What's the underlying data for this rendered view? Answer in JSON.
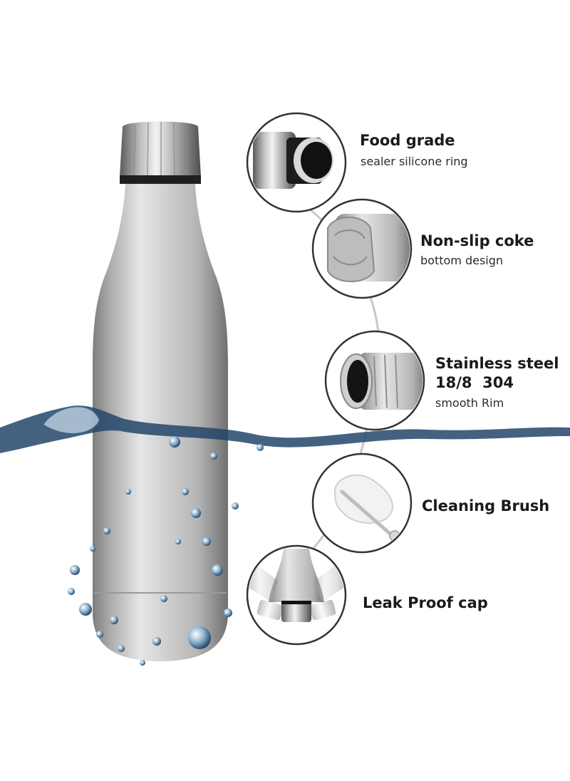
{
  "features": [
    {
      "title": "Food grade",
      "subtitle": "sealer silicone ring",
      "icon": "cap-ring-icon"
    },
    {
      "title": "Non-slip coke",
      "subtitle": "bottom design",
      "icon": "bottle-bottom-icon"
    },
    {
      "title": "Stainless steel",
      "title2": "18/8  304",
      "subtitle": "smooth Rim",
      "icon": "rim-icon"
    },
    {
      "title": "Cleaning Brush",
      "icon": "brush-icon"
    },
    {
      "title": "Leak Proof cap",
      "icon": "leak-proof-icon"
    }
  ],
  "colors": {
    "steel_light": "#e8e8e8",
    "steel_dark": "#8a8a8a",
    "water": "#2a4a6a",
    "circle_border": "#3a3a3a"
  }
}
